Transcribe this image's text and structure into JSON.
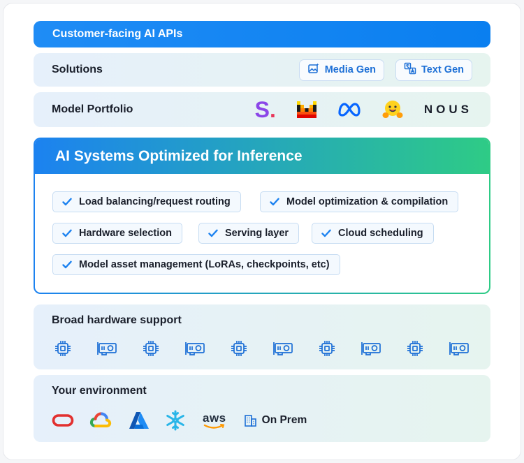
{
  "api_bar": {
    "label": "Customer-facing AI APIs"
  },
  "solutions": {
    "title": "Solutions",
    "items": [
      {
        "label": "Media Gen",
        "icon": "image-sparkle-icon"
      },
      {
        "label": "Text Gen",
        "icon": "translate-icon"
      }
    ]
  },
  "portfolio": {
    "title": "Model Portfolio",
    "logos": [
      {
        "icon": "stability-s-logo",
        "text": "S",
        "dot": "."
      },
      {
        "icon": "mistral-logo"
      },
      {
        "icon": "meta-logo"
      },
      {
        "icon": "hugging-face-logo"
      },
      {
        "icon": "nous-logo",
        "text": "NOUS"
      }
    ]
  },
  "systems": {
    "title": "AI Systems Optimized for Inference",
    "features": [
      "Load balancing/request routing",
      "Model optimization & compilation",
      "Hardware selection",
      "Serving layer",
      "Cloud scheduling",
      "Model asset management (LoRAs, checkpoints, etc)"
    ]
  },
  "hardware": {
    "title": "Broad hardware support",
    "icons": [
      "chip-icon",
      "gpu-card-icon",
      "chip-icon",
      "gpu-card-icon",
      "chip-icon",
      "gpu-card-icon",
      "chip-icon",
      "gpu-card-icon",
      "chip-icon",
      "gpu-card-icon"
    ]
  },
  "environment": {
    "title": "Your environment",
    "providers": [
      {
        "icon": "oracle-logo"
      },
      {
        "icon": "google-cloud-logo"
      },
      {
        "icon": "azure-logo"
      },
      {
        "icon": "snowflake-logo"
      },
      {
        "icon": "aws-logo",
        "text": "aws"
      },
      {
        "icon": "building-icon",
        "text": "On Prem"
      }
    ]
  },
  "colors": {
    "primary_blue": "#1f8cf5",
    "accent_green": "#2ecb86",
    "icon_blue": "#1c6fd6"
  }
}
